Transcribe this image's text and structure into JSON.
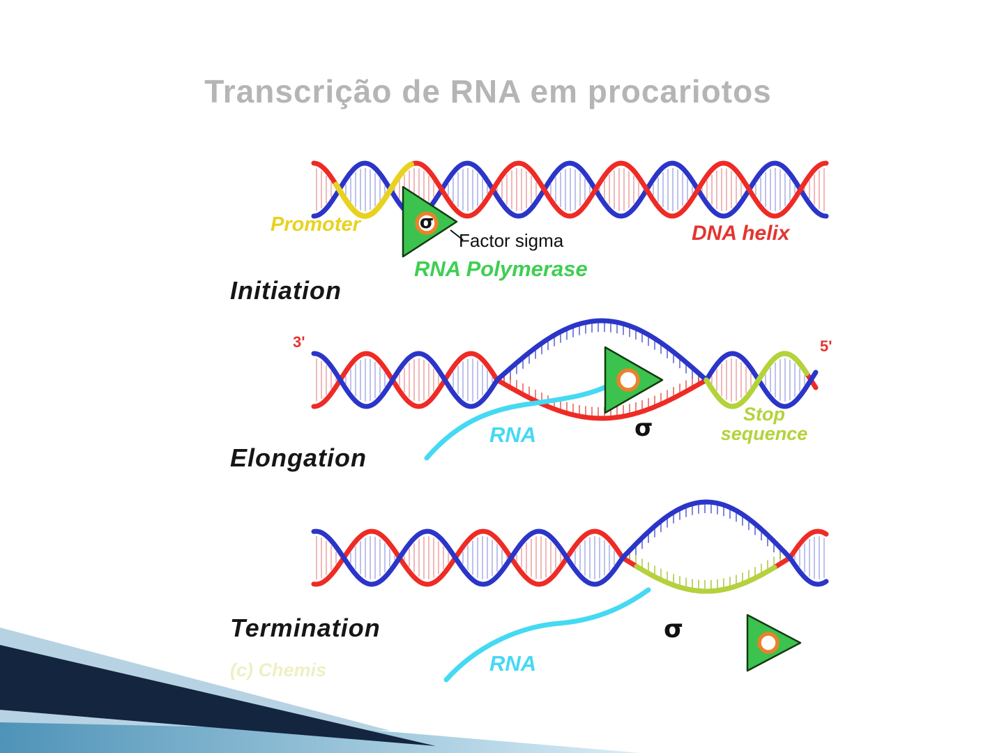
{
  "slide": {
    "title": "Transcrição de RNA em procariotos"
  },
  "diagram": {
    "stages": {
      "initiation": "Initiation",
      "elongation": "Elongation",
      "termination": "Termination"
    },
    "labels": {
      "promoter": "Promoter",
      "factor_sigma": "Factor sigma",
      "dna_helix": "DNA helix",
      "rna_polymerase": "RNA Polymerase",
      "three_prime": "3'",
      "five_prime": "5'",
      "stop_line1": "Stop",
      "stop_line2": "sequence",
      "rna_elongation": "RNA",
      "rna_termination": "RNA",
      "sigma_initiation": "σ",
      "sigma_elongation": "σ",
      "sigma_termination": "σ",
      "credit": "(c) Chemis"
    },
    "colors": {
      "strand_blue": "#2b35c8",
      "strand_red": "#ee2b25",
      "promoter_yellow": "#e8d21f",
      "stop_green": "#b3d33a",
      "rna_cyan": "#45d9f2",
      "polymerase_green": "#3cc24e",
      "ring_orange": "#e8832a",
      "title_gray": "#b5b5b5",
      "hatch_red": "#ea9191",
      "hatch_blue": "#99a0e2"
    }
  }
}
